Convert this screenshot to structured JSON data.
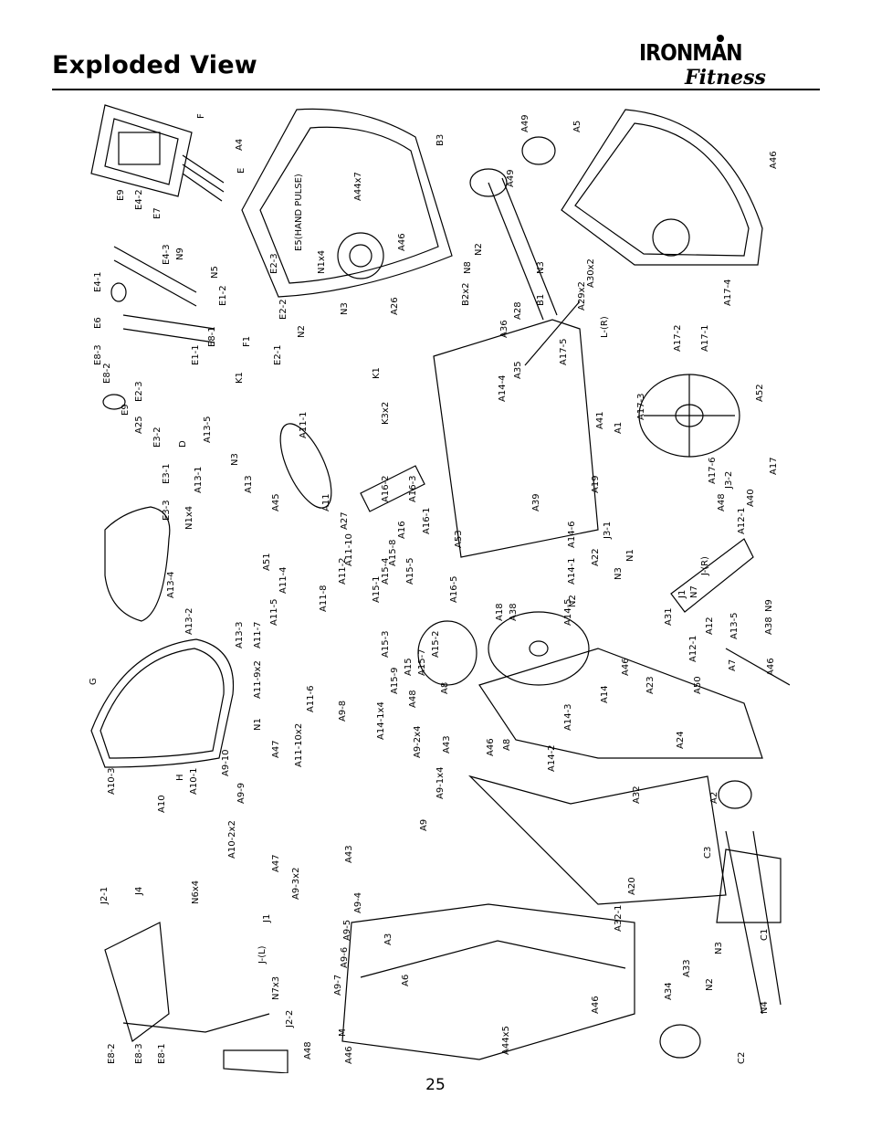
{
  "page": {
    "title": "Exploded View",
    "page_number": "25"
  },
  "logo": {
    "brand_top": "IRONMAN",
    "brand_script": "Fitness"
  },
  "parts": [
    "F",
    "A4",
    "E",
    "E9",
    "E4-2",
    "E7",
    "N9",
    "E4-3",
    "N5",
    "E2-3",
    "E1-2",
    "E2-2",
    "E4-1",
    "E6",
    "E8-1",
    "E1-1",
    "F1",
    "E2-1",
    "E8-3",
    "E8-2",
    "E2-3",
    "E9",
    "A25",
    "D",
    "A13-5",
    "K1",
    "A11-1",
    "E3-2",
    "E3-1",
    "E3-3",
    "N1x4",
    "N3",
    "A13-1",
    "A13",
    "A45",
    "A11",
    "A27",
    "A16-2",
    "A16-3",
    "A16-1",
    "A16",
    "A15-8",
    "A15-4",
    "A15-5",
    "A15-1",
    "A16-5",
    "A18",
    "A38",
    "A13-4",
    "A13-2",
    "A13-3",
    "A51",
    "A11-4",
    "A11-5",
    "A11-8",
    "A11-2",
    "A11-10",
    "A15-3",
    "A15-2",
    "A15-7",
    "A15",
    "A15-9",
    "A48",
    "A8",
    "G",
    "A11-7",
    "A11-9x2",
    "A11-6",
    "A9-8",
    "A14-1x4",
    "A9-2x4",
    "A43",
    "A46",
    "A8",
    "H",
    "A10-1",
    "A11-10x2",
    "N1",
    "A47",
    "A9-10",
    "A9-9",
    "A9-1x4",
    "A9",
    "A10-3",
    "A10",
    "A10-2x2",
    "N6x4",
    "A47",
    "A9-3x2",
    "A43",
    "A9-4",
    "A9-5",
    "A9-6",
    "A9-7",
    "A3",
    "J4",
    "J2-1",
    "J1",
    "J-(L)",
    "N7x3",
    "J2-2",
    "E8-1",
    "E8-3",
    "E8-2",
    "A48",
    "M",
    "A6",
    "A46",
    "A44x5",
    "A46",
    "A44x7",
    "A46",
    "N1x4",
    "E5(HAND PULSE)",
    "N2",
    "N3",
    "A26",
    "K1",
    "K3x2",
    "B3",
    "A49",
    "A49",
    "B2x2",
    "N2",
    "N8",
    "N3",
    "A28",
    "B1",
    "A36",
    "A35",
    "A14-4",
    "A5",
    "A46",
    "A30x2",
    "A29x2",
    "L-(R)",
    "A17-5",
    "A41",
    "A1",
    "A17-3",
    "A17-2",
    "A17-1",
    "A17-4",
    "A52",
    "A17",
    "A17-6",
    "A48",
    "J3-2",
    "A40",
    "A12-1",
    "A19",
    "A39",
    "A53",
    "A14-6",
    "A14-1",
    "A22",
    "J3-1",
    "N1",
    "N3",
    "J-(R)",
    "N7",
    "J1",
    "A31",
    "A12",
    "A13-5",
    "N9",
    "A38",
    "A14-5",
    "N2",
    "A12-1",
    "A46",
    "A14",
    "A23",
    "A50",
    "A7",
    "A46",
    "A14-3",
    "A14-2",
    "A24",
    "A32",
    "A2",
    "C3",
    "A20",
    "A32-1",
    "A33",
    "A34",
    "C1",
    "N3",
    "N2",
    "N4",
    "C2"
  ]
}
